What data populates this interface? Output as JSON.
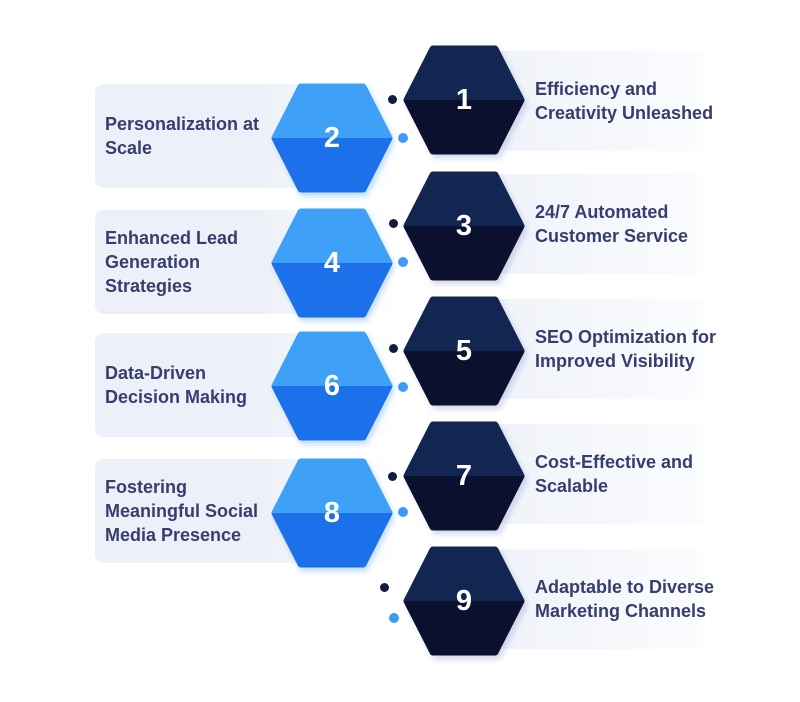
{
  "figure": {
    "type": "process-infographic",
    "step_count": 9
  },
  "colors": {
    "blue_top": "#3EA1F7",
    "blue_bottom": "#1C70E9",
    "navy_top": "#132551",
    "navy_bottom": "#0A102D",
    "dot_dark": "#101C3F",
    "dot_blue": "#3D9BF5",
    "band": "#EDF0F8",
    "text": "#353E6E",
    "number": "#FFFFFF",
    "bg": "#FFFFFF"
  },
  "steps": [
    {
      "number": "1",
      "side": "right",
      "hex_style": "dark-navy",
      "lines": [
        "Efficiency and",
        "Creativity Unleashed"
      ]
    },
    {
      "number": "2",
      "side": "left",
      "hex_style": "blue",
      "lines": [
        "Personalization at",
        "Scale"
      ]
    },
    {
      "number": "3",
      "side": "right",
      "hex_style": "dark-navy",
      "lines": [
        "24/7 Automated",
        "Customer Service"
      ]
    },
    {
      "number": "4",
      "side": "left",
      "hex_style": "blue",
      "lines": [
        "Enhanced Lead",
        "Generation",
        "Strategies"
      ]
    },
    {
      "number": "5",
      "side": "right",
      "hex_style": "dark-navy",
      "lines": [
        "SEO Optimization for",
        "Improved Visibility"
      ]
    },
    {
      "number": "6",
      "side": "left",
      "hex_style": "blue",
      "lines": [
        "Data-Driven",
        "Decision Making"
      ]
    },
    {
      "number": "7",
      "side": "right",
      "hex_style": "dark-navy",
      "lines": [
        "Cost-Effective and",
        "Scalable"
      ]
    },
    {
      "number": "8",
      "side": "left",
      "hex_style": "blue",
      "lines": [
        "Fostering",
        "Meaningful Social",
        "Media Presence"
      ]
    },
    {
      "number": "9",
      "side": "right",
      "hex_style": "dark-navy",
      "lines": [
        "Adaptable to Diverse",
        "Marketing Channels"
      ]
    }
  ]
}
